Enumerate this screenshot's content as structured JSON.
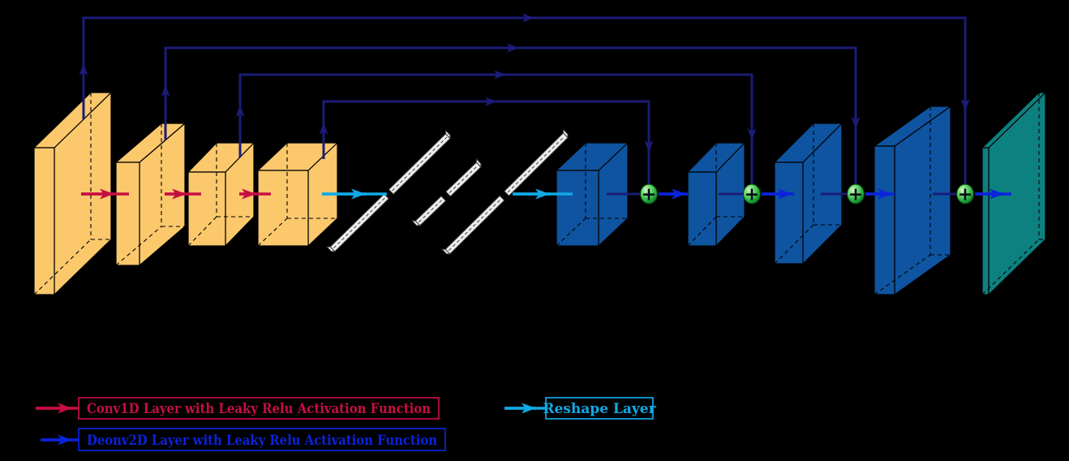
{
  "legend": {
    "conv1d": {
      "label": "Conv1D Layer with Leaky Relu Activation Function"
    },
    "deconv2d": {
      "label": "Deonv2D Layer with Leaky Relu Activation Function"
    },
    "reshape": {
      "label": "Reshape Layer"
    }
  },
  "diagram": {
    "encoder_block_count": 4,
    "decoder_block_count": 4,
    "output_block_count": 1,
    "reshape_bar_count": 3,
    "skip_connection_count": 4,
    "add_node_count": 4,
    "add_node_symbol": "+"
  },
  "colors": {
    "background": "#000000",
    "encoder_block": "#fbc86c",
    "decoder_block": "#0e54a0",
    "output_block": "#0d8180",
    "block_outline": "#000000",
    "skip_line": "#1b1c78",
    "conv_arrow": "#c60f43",
    "deconv_arrow": "#0a23dc",
    "reshape_arrow": "#10aae6",
    "reshape_bar": "#ececec",
    "add_node_light": "#d6f5cd",
    "add_node_mid": "#25aa41",
    "add_node_dark": "#067019",
    "plus_sign": "#050a14"
  }
}
